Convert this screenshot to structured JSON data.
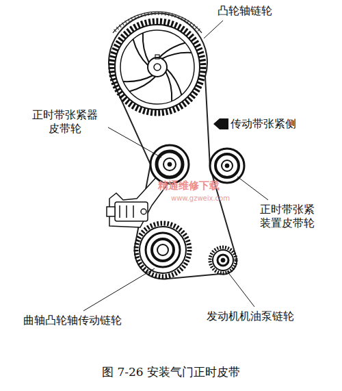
{
  "diagram": {
    "caption": "图 7-26 安装气门正时皮带",
    "labels": [
      "凸轮轴链轮",
      "正时带张紧器 皮带轮",
      "传动带张紧侧",
      "正时带张紧 装置皮带轮",
      "曲轴凸轮轴传动链轮",
      "发动机机油泵链轮",
      "精通维修下载",
      "www.gzweix.com"
    ]
  }
}
